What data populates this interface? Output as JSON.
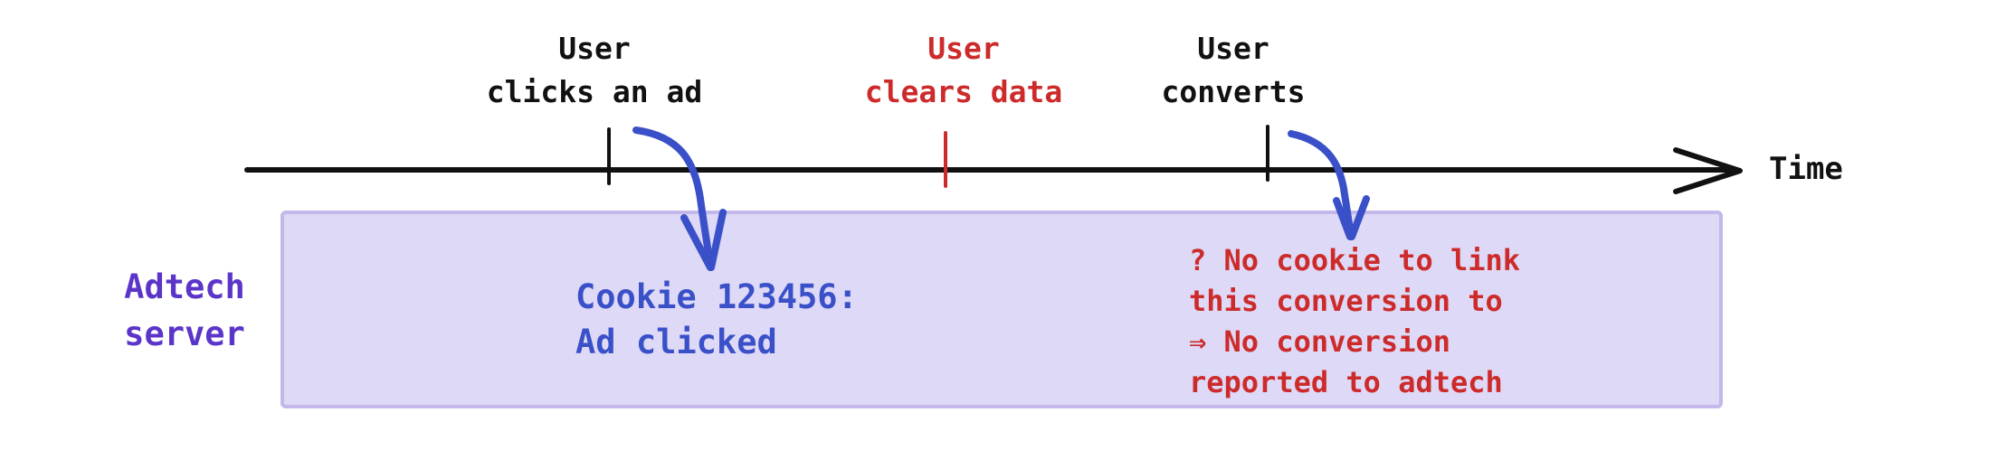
{
  "diagram": {
    "description": "Timeline showing why clearing data breaks cookie-based ad conversion attribution",
    "axis": {
      "label": "Time",
      "color": "#111111"
    },
    "events": [
      {
        "id": "user-clicks-ad",
        "label": "User\nclicks an ad",
        "color": "#111111",
        "tick_color": "#111111"
      },
      {
        "id": "user-clears-data",
        "label": "User\nclears data",
        "color": "#cd2b2b",
        "tick_color": "#cd2b2b"
      },
      {
        "id": "user-converts",
        "label": "User\nconverts",
        "color": "#111111",
        "tick_color": "#111111"
      }
    ],
    "server_lane": {
      "label": "Adtech\nserver",
      "label_color": "#5b35c9",
      "box_fill": "#ded9f6",
      "box_border": "#c3b7ec"
    },
    "notes": [
      {
        "id": "cookie-note",
        "text": "Cookie 123456:\nAd clicked",
        "color": "#3a50c8"
      },
      {
        "id": "no-cookie-note",
        "text": "? No cookie to link\nthis conversion to\n⇒ No conversion\nreported to adtech",
        "color": "#cd2b2b"
      }
    ],
    "arrow_color": "#3a50c8"
  }
}
